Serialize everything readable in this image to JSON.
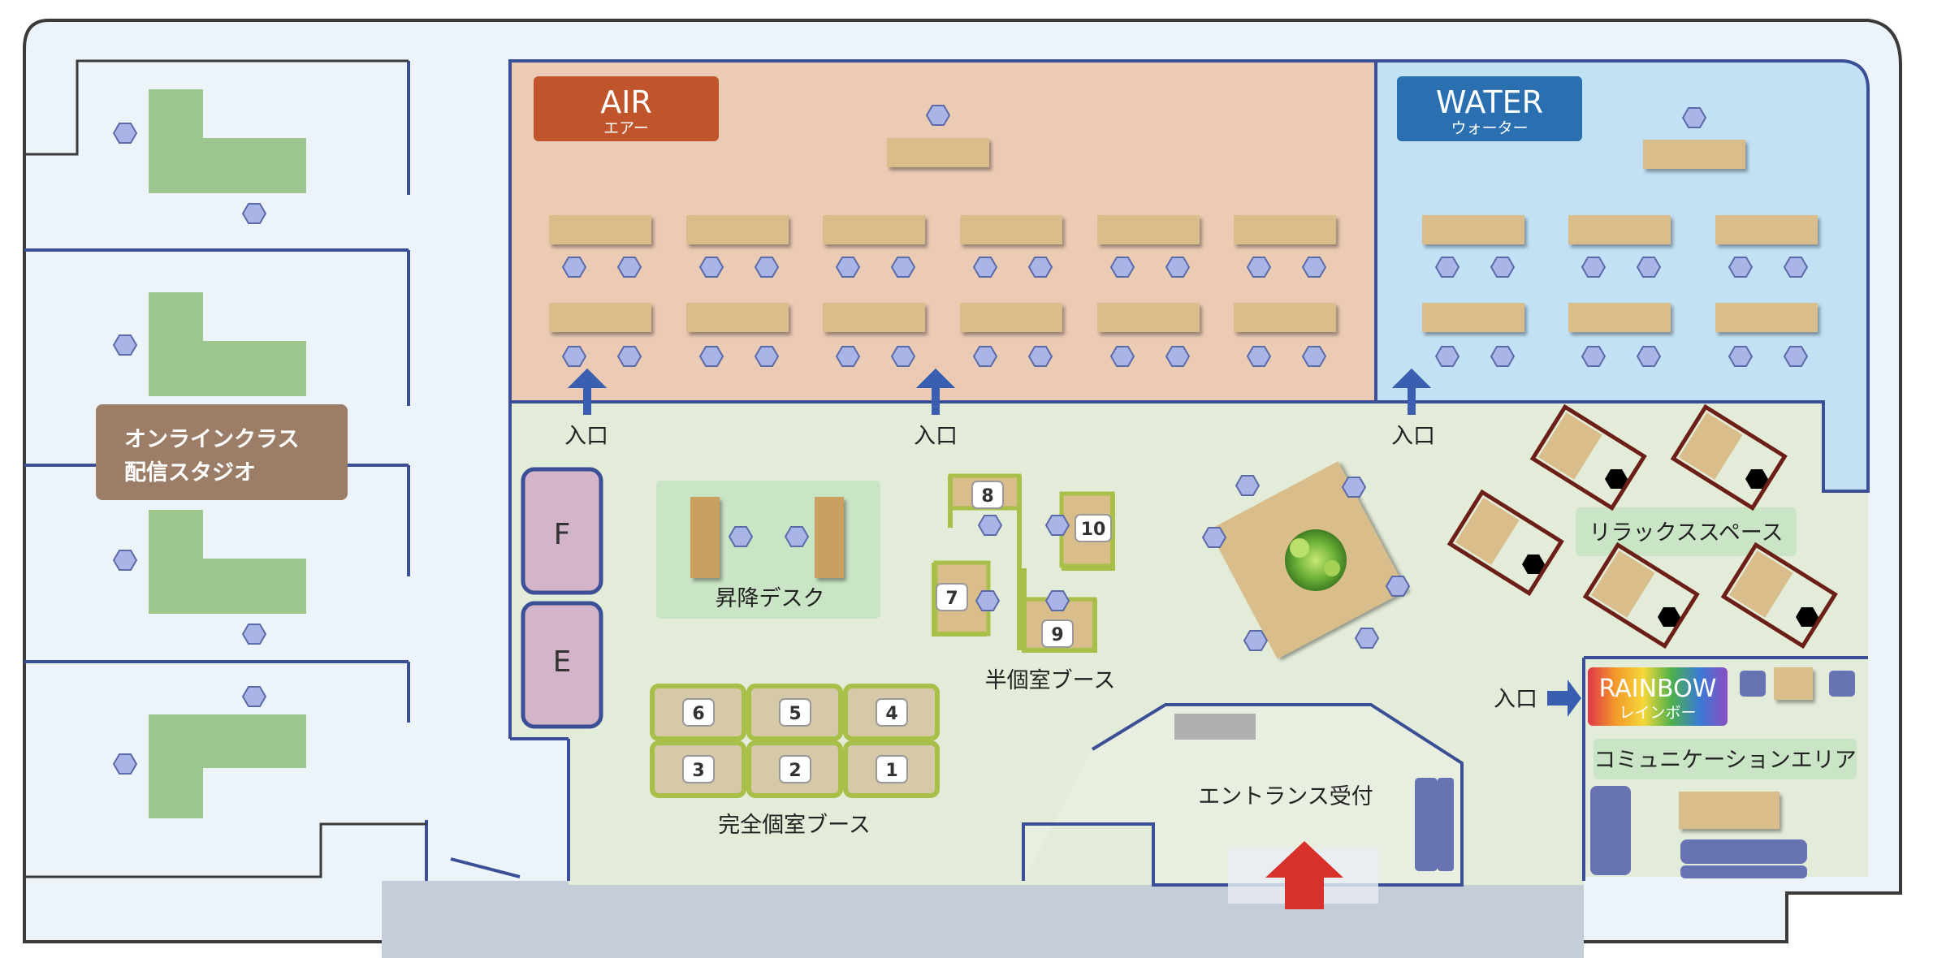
{
  "title": "",
  "zones": {
    "air": {
      "name": "AIR",
      "name_kana": "エアー",
      "color": "#c0542a"
    },
    "water": {
      "name": "WATER",
      "name_kana": "ウォーター",
      "color": "#2a6fb0"
    },
    "rainbow": {
      "name": "RAINBOW",
      "name_kana": "レインボー"
    }
  },
  "labels": {
    "online_studio_line1": "オンラインクラス",
    "online_studio_line2": "配信スタジオ",
    "standing_desk": "昇降デスク",
    "semi_private_booth": "半個室ブース",
    "private_booth": "完全個室ブース",
    "relax_space": "リラックススペース",
    "communication_area": "コミュニケーションエリア",
    "entrance_reception": "エントランス受付",
    "entrance": "入口"
  },
  "rooms": {
    "f": "F",
    "e": "E"
  },
  "semi_booths": [
    "7",
    "8",
    "9",
    "10"
  ],
  "private_booths": [
    "1",
    "2",
    "3",
    "4",
    "5",
    "6"
  ],
  "colors": {
    "floor": "#e3ecd9",
    "corridor": "#ecf3f9",
    "air_floor": "#eccbb5",
    "water_floor": "#c2e1f5",
    "wall": "#3a4f96",
    "desk": "#d9bd8a",
    "seat": "#a8b5e6",
    "green_desk": "#9dc68e",
    "studio_label_bg": "#9c7e68"
  }
}
